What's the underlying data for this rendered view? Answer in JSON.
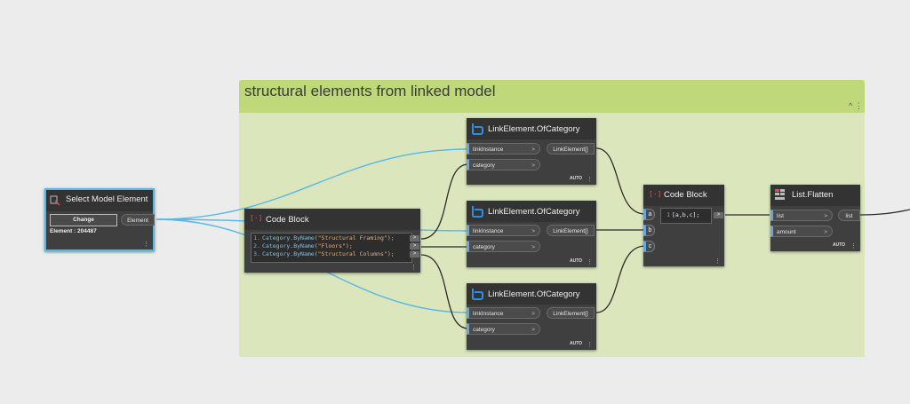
{
  "group": {
    "title": "structural elements from linked model"
  },
  "select_node": {
    "title": "Select Model Element",
    "change_label": "Change",
    "output": "Element",
    "info": "Element : 204487"
  },
  "code_block_1": {
    "title": "Code Block",
    "lines": [
      {
        "num": "1.",
        "fn": "Category.ByName",
        "arg": "(\"Structural Framing\");"
      },
      {
        "num": "2.",
        "fn": "Category.ByName",
        "arg": "(\"Floors\");"
      },
      {
        "num": "3.",
        "fn": "Category.ByName",
        "arg": "(\"Structural Columns\");"
      }
    ],
    "out": ">"
  },
  "link_nodes": [
    {
      "title": "LinkElement.OfCategory",
      "input1": "linkInstance",
      "input2": "category",
      "output": "LinkElement[]",
      "lacing": "AUTO"
    },
    {
      "title": "LinkElement.OfCategory",
      "input1": "linkInstance",
      "input2": "category",
      "output": "LinkElement[]",
      "lacing": "AUTO"
    },
    {
      "title": "LinkElement.OfCategory",
      "input1": "linkInstance",
      "input2": "category",
      "output": "LinkElement[]",
      "lacing": "AUTO"
    }
  ],
  "code_block_2": {
    "title": "Code Block",
    "inputs": [
      "a",
      "b",
      "c"
    ],
    "line_num": "1",
    "code": "[a,b,c];",
    "out": ">"
  },
  "flatten_node": {
    "title": "List.Flatten",
    "input1": "list",
    "input2": "amount",
    "output": "list",
    "lacing": "AUTO"
  },
  "colors": {
    "wire_blue": "#55b8e8",
    "wire_dark": "#2b2b2b",
    "group_body": "#dce6bd",
    "group_header": "#bfd87a",
    "node_bg": "#3f3f3f"
  },
  "icons": {
    "code_block": "code-block-icon",
    "link": "revit-link-icon",
    "select": "select-element-icon",
    "flatten": "list-flatten-icon",
    "grip": "resize-grip-icon",
    "collapse": "collapse-chevron-icon"
  }
}
